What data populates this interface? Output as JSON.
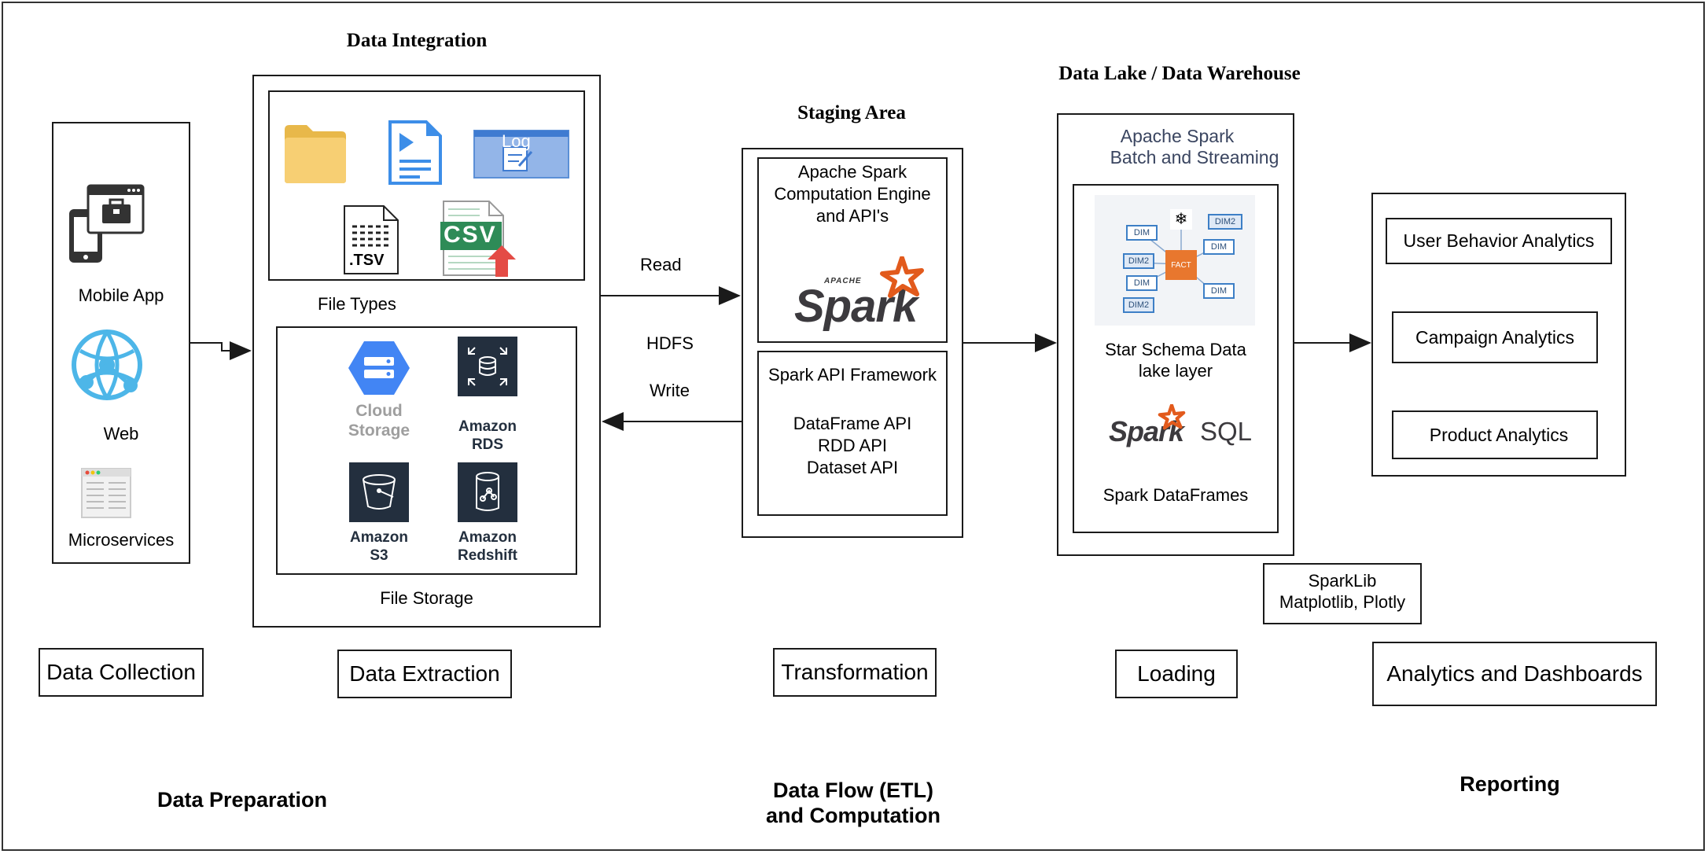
{
  "data_integration_title": "Data Integration",
  "staging_title": "Staging Area",
  "warehouse_title": "Data Lake / Data Warehouse",
  "sources": {
    "mobile": "Mobile App",
    "web": "Web",
    "micro": "Microservices"
  },
  "file_types": {
    "label": "File Types",
    "log": "Log",
    "tsv": ".TSV",
    "csv": "CSV"
  },
  "storage": {
    "label": "File Storage",
    "cloud_line1": "Cloud",
    "cloud_line2": "Storage",
    "rds_line1": "Amazon",
    "rds_line2": "RDS",
    "s3_line1": "Amazon",
    "s3_line2": "S3",
    "redshift_line1": "Amazon",
    "redshift_line2": "Redshift"
  },
  "arrows": {
    "read": "Read",
    "hdfs": "HDFS",
    "write": "Write"
  },
  "staging": {
    "engine_line1": "Apache Spark",
    "engine_line2": "Computation Engine",
    "engine_line3": "and API's",
    "apache": "APACHE",
    "spark": "Spark",
    "framework": "Spark API Framework",
    "api1": "DataFrame API",
    "api2": "RDD API",
    "api3": "Dataset API"
  },
  "warehouse": {
    "header_line1": "Apache Spark",
    "header_line2": "Batch and Streaming",
    "schema_line1": "Star Schema Data",
    "schema_line2": "lake layer",
    "spark": "Spark",
    "sql": "SQL",
    "dataframes": "Spark DataFrames",
    "schema_fact": "FACT",
    "schema_dim": "DIM",
    "schema_dim2": "DIM2"
  },
  "sparklib": {
    "line1": "SparkLib",
    "line2": "Matplotlib, Plotly"
  },
  "reports": {
    "user": "User Behavior Analytics",
    "campaign": "Campaign Analytics",
    "product": "Product Analytics"
  },
  "stages": {
    "collection": "Data Collection",
    "extraction": "Data Extraction",
    "transformation": "Transformation",
    "loading": "Loading",
    "analytics": "Analytics and Dashboards"
  },
  "sections": {
    "preparation": "Data Preparation",
    "flow_line1": "Data Flow (ETL)",
    "flow_line2": "and Computation",
    "reporting": "Reporting"
  },
  "colors": {
    "line": "#1a1a1a",
    "icon_blue": "#4a90d9",
    "folder": "#f7c96a",
    "spark_orange": "#e25a1c",
    "aws_dark": "#232f3e",
    "gcp_blue": "#4285f4",
    "fact_orange": "#e8772e",
    "csv_green": "#2e8b57"
  }
}
